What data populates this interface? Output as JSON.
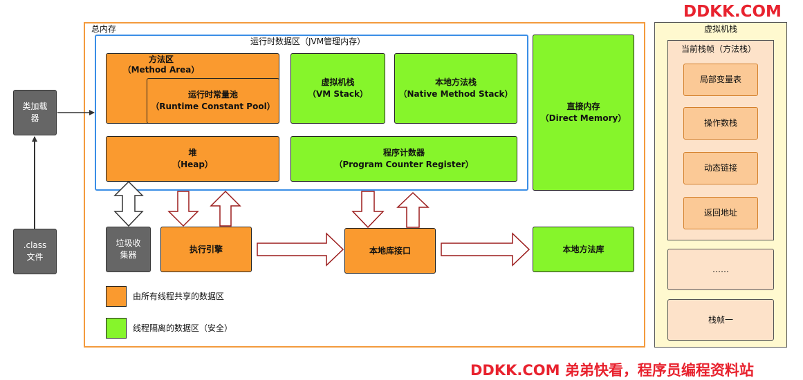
{
  "watermark": {
    "top": "DDKK.COM",
    "bottom": "DDKK.COM 弟弟快看，程序员编程资料站"
  },
  "total_memory": {
    "title": "总内存"
  },
  "runtime_area": {
    "title": "运行时数据区（JVM管理内存）"
  },
  "method_area": {
    "line1": "方法区",
    "line2": "（Method Area）"
  },
  "constant_pool": {
    "line1": "运行时常量池",
    "line2": "（Runtime Constant Pool）"
  },
  "vm_stack": {
    "line1": "虚拟机栈",
    "line2": "（VM Stack）"
  },
  "native_stack": {
    "line1": "本地方法栈",
    "line2": "（Native Method Stack）"
  },
  "heap": {
    "line1": "堆",
    "line2": "（Heap）"
  },
  "pc_register": {
    "line1": "程序计数器",
    "line2": "（Program Counter Register）"
  },
  "direct_memory": {
    "line1": "直接内存",
    "line2": "（Direct Memory）"
  },
  "class_loader": {
    "line1": "类加载",
    "line2": "器"
  },
  "class_file": {
    "line1": ".class",
    "line2": "文件"
  },
  "gc": {
    "line1": "垃圾收",
    "line2": "集器"
  },
  "exec_engine": {
    "label": "执行引擎"
  },
  "native_interface": {
    "label": "本地库接口"
  },
  "native_library": {
    "label": "本地方法库"
  },
  "legend": {
    "shared": "由所有线程共享的数据区",
    "isolated": "线程隔离的数据区（安全）"
  },
  "vm_stack_panel": {
    "title": "虚拟机栈",
    "current_frame": "当前栈帧（方法栈）",
    "items": [
      "局部变量表",
      "操作数栈",
      "动态链接",
      "返回地址"
    ],
    "ellipsis": "……",
    "frame_one": "栈帧一"
  },
  "colors": {
    "shared": "#fa9a2f",
    "isolated": "#86f52b",
    "runtime_border": "#3a8ee6",
    "total_border": "#f39a3c",
    "arrow_dark_red": "#9b1c1c",
    "watermark": "#e8222e"
  }
}
